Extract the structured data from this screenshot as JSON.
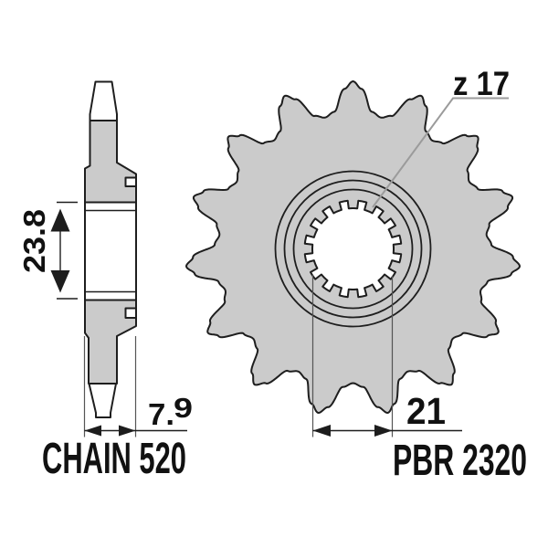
{
  "drawing": {
    "side_view": {
      "height_dim": "23.8",
      "width_dim_main": "7.",
      "width_dim_sup": "9",
      "chain_label": "CHAIN 520"
    },
    "front_view": {
      "teeth_label": "z 17",
      "bore_dim": "21",
      "part_label": "PBR 2320"
    }
  },
  "colors": {
    "part_fill": "#cbcbcb",
    "outline": "#1e1e1e",
    "dim_lines": "#1d1d1d",
    "ext_lines": "#555555",
    "leader_line": "#9b9b9b",
    "text": "#111111",
    "background": "#ffffff"
  }
}
